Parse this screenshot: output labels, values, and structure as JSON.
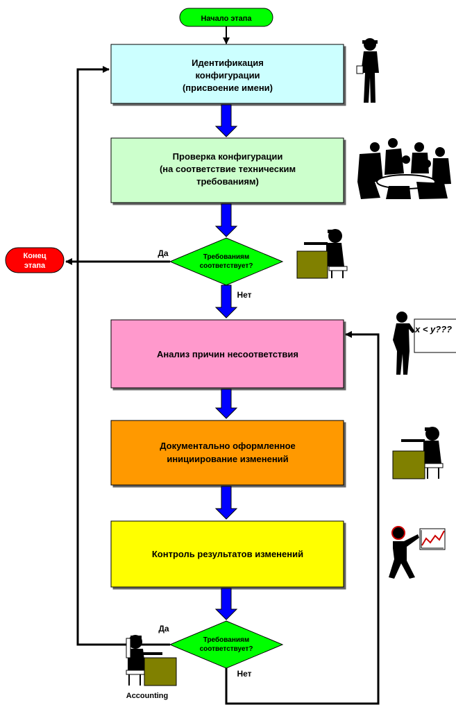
{
  "start": {
    "label": "Начало этапа"
  },
  "end": {
    "label_lines": [
      "Конец",
      "этапа"
    ]
  },
  "boxes": [
    {
      "lines": [
        "Идентификация",
        "конфигурации",
        "(присвоение имени)"
      ],
      "color": "#ccffff"
    },
    {
      "lines": [
        "Проверка конфигурации",
        "(на соответствие техническим",
        "требованиям)"
      ],
      "color": "#ccffcc"
    },
    {
      "lines": [
        "Анализ причин несоответствия"
      ],
      "color": "#ff99cc"
    },
    {
      "lines": [
        "Документально оформленное",
        "инициирование изменений"
      ],
      "color": "#ff9900"
    },
    {
      "lines": [
        "Контроль результатов изменений"
      ],
      "color": "#ffff00"
    }
  ],
  "decisions": [
    {
      "lines": [
        "Требованиям",
        "соответствует?"
      ],
      "yes": "Да",
      "no": "Нет"
    },
    {
      "lines": [
        "Требованиям",
        "соответствует?"
      ],
      "yes": "Да",
      "no": "Нет"
    }
  ],
  "figures": {
    "formula": "x < y???",
    "accounting_caption": "Accounting"
  },
  "colors": {
    "start_fill": "#00ff00",
    "end_fill": "#ff0000",
    "decision_fill": "#00ff00",
    "flow_arrow": "#0000ff",
    "desk": "#808000"
  }
}
